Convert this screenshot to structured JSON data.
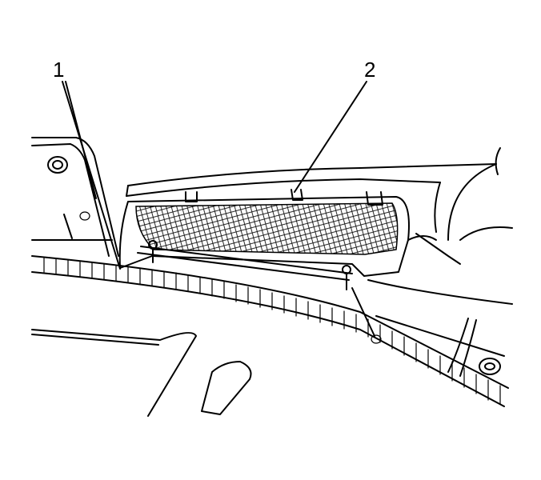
{
  "callouts": [
    {
      "id": "1",
      "label": "1"
    },
    {
      "id": "2",
      "label": "2"
    }
  ],
  "colors": {
    "line": "#000000",
    "background": "#ffffff"
  }
}
